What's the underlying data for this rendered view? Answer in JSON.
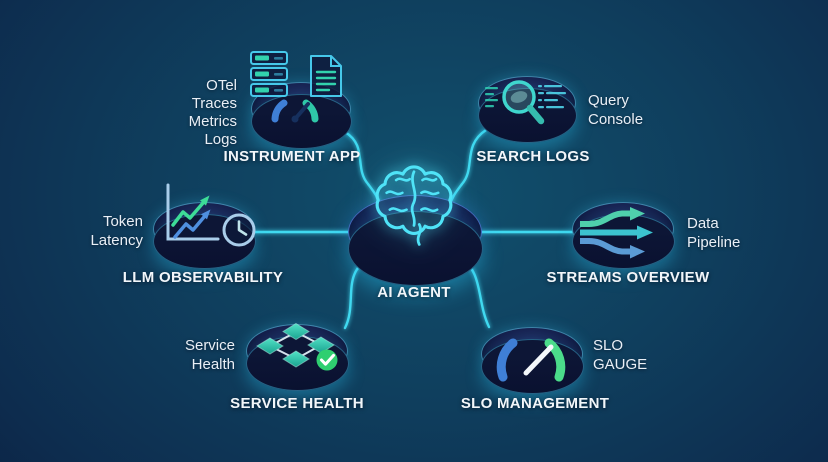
{
  "center": {
    "label": "AI AGENT",
    "icon": "brain-icon"
  },
  "nodes": {
    "instrument": {
      "caption": "INSTRUMENT APP",
      "side_lines": [
        "OTel",
        "Traces",
        "Metrics",
        "Logs"
      ],
      "icons": [
        "server-stack-icon",
        "document-icon",
        "gauge-icon"
      ]
    },
    "search": {
      "caption": "SEARCH LOGS",
      "side_lines": [
        "Query",
        "Console"
      ],
      "icons": [
        "magnifier-icon",
        "log-lines-icon"
      ]
    },
    "llm": {
      "caption": "LLM OBSERVABILITY",
      "side_lines": [
        "Token",
        "Latency"
      ],
      "icons": [
        "trend-arrows-icon",
        "clock-icon"
      ]
    },
    "streams": {
      "caption": "STREAMS OVERVIEW",
      "side_lines": [
        "Data",
        "Pipeline"
      ],
      "icons": [
        "branching-arrows-icon"
      ]
    },
    "service": {
      "caption": "SERVICE HEALTH",
      "side_lines": [
        "Service",
        "Health"
      ],
      "icons": [
        "node-graph-icon",
        "check-icon"
      ]
    },
    "slo": {
      "caption": "SLO MANAGEMENT",
      "side_lines": [
        "SLO",
        "GAUGE"
      ],
      "icons": [
        "slo-gauge-icon"
      ]
    }
  },
  "colors": {
    "background_center": "#11506d",
    "background_edge": "#0a122b",
    "connection": "#41d9f0",
    "platform_rim": "#54d6f6",
    "brain": "#4fe3f7",
    "teal": "#2fd0b4",
    "green": "#3ddc97",
    "blue": "#4f8fe0",
    "gauge_blue": "#3f7fd6",
    "gauge_green": "#4bdc8a",
    "check_green": "#2fcf70",
    "text": "#eef3f8"
  }
}
